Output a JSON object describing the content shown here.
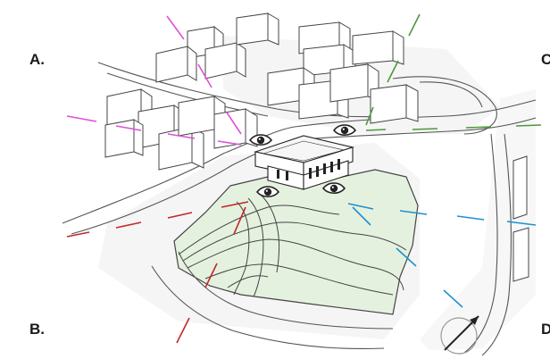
{
  "labels": {
    "a": "A.",
    "b": "B.",
    "c": "C",
    "d": "D"
  },
  "colors": {
    "view_a": "#e04fd8",
    "view_b": "#c0282a",
    "view_c": "#4a9a3a",
    "view_d": "#1e90d0",
    "park_fill": "#e5f1df",
    "ground_fill": "#efefef",
    "ink": "#333333"
  },
  "icons": [
    "eye-icon",
    "north-arrow-icon"
  ]
}
